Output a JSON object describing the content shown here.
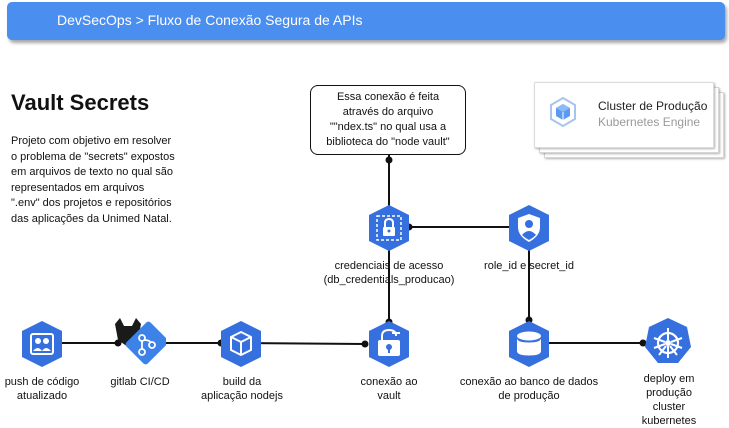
{
  "header": {
    "title": "DevSecOps > Fluxo de Conexão Segura de APIs"
  },
  "main": {
    "title": "Vault Secrets",
    "description": "Projeto com objetivo em resolver\no problema de \"secrets\" expostos\nem arquivos de texto no qual são\nrepresentados em arquivos\n\".env\" dos projetos e repositórios\ndas aplicações da Unimed Natal."
  },
  "note": {
    "text": "Essa conexão é feita\natravés do arquivo\n\"\"ndex.ts\" no qual usa a\nbiblioteca do \"node vault\""
  },
  "cluster": {
    "name": "Cluster de Produção",
    "subtitle": "Kubernetes Engine"
  },
  "nodes": {
    "push": {
      "label": "push de código\natualizado",
      "icon": "users-icon"
    },
    "gitlab": {
      "label": "gitlab CI/CD",
      "icon": "gitlab-icon"
    },
    "build": {
      "label": "build da\naplicação nodejs",
      "icon": "cube-icon"
    },
    "vault": {
      "label": "conexão ao\nvault",
      "icon": "vault-icon"
    },
    "credentials": {
      "label": "credenciais de acesso\n(db_credentials_producao)",
      "icon": "lock-icon"
    },
    "role": {
      "label": "role_id e secret_id",
      "icon": "user-shield-icon"
    },
    "database": {
      "label": "conexão ao banco de dados\nde produção",
      "icon": "database-icon"
    },
    "deploy": {
      "label": "deploy em produção\ncluster kubernetes",
      "icon": "kubernetes-icon"
    }
  },
  "colors": {
    "header": "#4a8ef0",
    "icon_blue": "#3570de",
    "gitlab_blue": "#3d82e8"
  }
}
